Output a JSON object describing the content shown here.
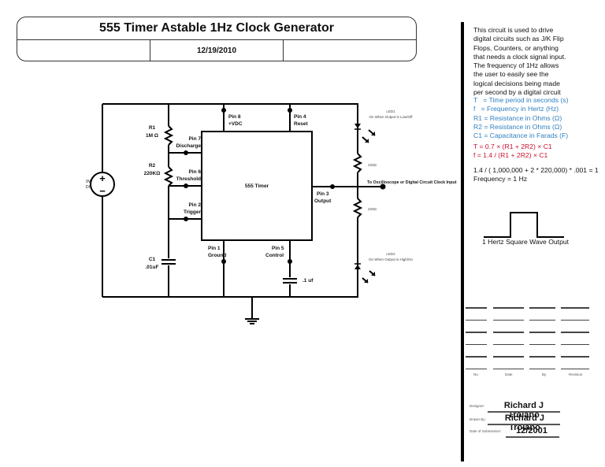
{
  "title_block": {
    "title": "555 Timer Astable 1Hz Clock Generator",
    "cells": [
      "",
      "12/19/2010",
      ""
    ]
  },
  "description": [
    "This circuit is used to drive",
    "digital circuits such as J/K Flip",
    "Flops, Counters, or anything",
    "that needs a clock signal input.",
    "The frequency of 1Hz allows",
    "the user to easily see the",
    "logical decisions being made",
    "per second by a digital circuit"
  ],
  "definitions": [
    "T   = Time period in seconds (s)",
    "f   = Frequency in Hertz (Hz)",
    "R1 = Resistance in Ohms (Ω)",
    "R2 = Resistance in Ohms (Ω)",
    "C1 = Capacitance in Farads (F)"
  ],
  "formulas": [
    "T = 0.7 × (R1 + 2R2) × C1",
    "f = 1.4 / (R1 + 2R2) × C1"
  ],
  "calculation": {
    "line1": "1.4 / ( 1,000,000 + 2 * 220,000) * .001 = 1",
    "line2": "Frequency = 1 Hz"
  },
  "waveform": {
    "label": "1 Hertz Square Wave Output"
  },
  "revision_table": {
    "rows": 6,
    "headers": [
      "No.",
      "Date",
      "By",
      "Revision"
    ]
  },
  "signoff": {
    "designer_label": "Designer:",
    "designer": "Richard J Troiano",
    "drawn_by_label": "Drawn By:",
    "drawn_by": "Richard J Troiano",
    "date_label": "Date of Submission:",
    "date": "12/2001"
  },
  "schematic": {
    "source": {
      "label1": "9V",
      "label2": "DC"
    },
    "r1": {
      "name": "R1",
      "value": "1M Ω"
    },
    "r2": {
      "name": "R2",
      "value": "220KΩ"
    },
    "c1": {
      "name": "C1",
      "value": ".01uF"
    },
    "c2": {
      "value": ".1 uf"
    },
    "ic": {
      "label": "555 Timer"
    },
    "pins": {
      "p8": [
        "Pin 8",
        "+VDC"
      ],
      "p4": [
        "Pin 4",
        "Reset"
      ],
      "p7": [
        "Pin 7",
        "Discharge"
      ],
      "p6": [
        "Pin 6",
        "Threshold"
      ],
      "p2": [
        "Pin 2",
        "Trigger"
      ],
      "p1": [
        "Pin 1",
        "Ground"
      ],
      "p5": [
        "Pin 5",
        "Control"
      ],
      "p3": [
        "Pin 3",
        "Output"
      ]
    },
    "led1": {
      "name": "LED1",
      "desc": "On When Output is Low/Off"
    },
    "led2": {
      "name": "LED2",
      "desc": "On When Output is High/On"
    },
    "r_led1": "220Ω",
    "r_led2": "220Ω",
    "output_label": "To Oscilloscope or Digital Circuit Clock Input"
  },
  "colors": {
    "definitions": "#2f7fc1",
    "formulas": "#c8102e"
  }
}
